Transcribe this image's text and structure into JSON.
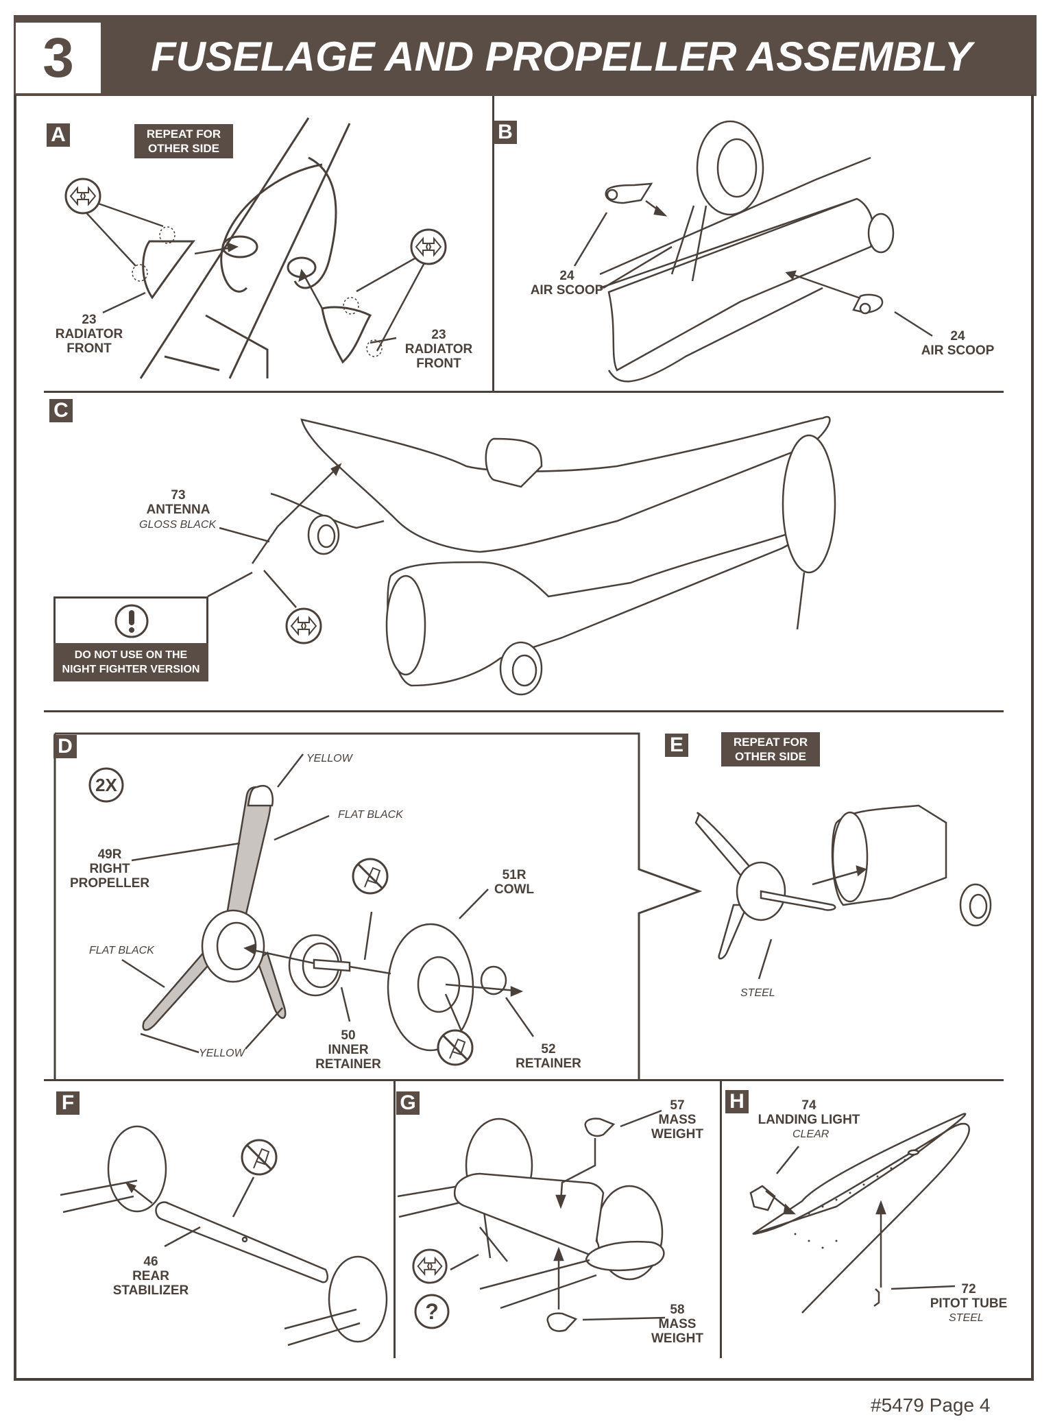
{
  "header": {
    "step_number": "3",
    "title": "FUSELAGE AND PROPELLER ASSEMBLY"
  },
  "colors": {
    "ink": "#4a403a",
    "banner": "#5a4d45",
    "paper": "#ffffff",
    "paint_fill": "#c9c4c0"
  },
  "panels": {
    "A": {
      "letter": "A",
      "banner": [
        "REPEAT FOR",
        "OTHER SIDE"
      ],
      "icons": [
        "cement-both-surfaces-icon",
        "cement-both-surfaces-icon"
      ],
      "parts": [
        {
          "number": "23",
          "name": [
            "RADIATOR",
            "FRONT"
          ]
        },
        {
          "number": "23",
          "name": [
            "RADIATOR",
            "FRONT"
          ]
        }
      ]
    },
    "B": {
      "letter": "B",
      "parts": [
        {
          "number": "24",
          "name": [
            "AIR SCOOP"
          ]
        },
        {
          "number": "24",
          "name": [
            "AIR SCOOP"
          ]
        }
      ]
    },
    "C": {
      "letter": "C",
      "parts": [
        {
          "number": "73",
          "name": [
            "ANTENNA"
          ],
          "paint": "GLOSS BLACK"
        }
      ],
      "warning": [
        "DO NOT USE ON THE",
        "NIGHT FIGHTER VERSION"
      ],
      "icons": [
        "exclamation-icon",
        "cement-both-surfaces-icon"
      ]
    },
    "D": {
      "letter": "D",
      "quantity": "2X",
      "paints": [
        "YELLOW",
        "FLAT BLACK",
        "FLAT BLACK",
        "YELLOW"
      ],
      "parts": [
        {
          "number": "49R",
          "name": [
            "RIGHT",
            "PROPELLER"
          ]
        },
        {
          "number": "51R",
          "name": [
            "COWL"
          ]
        },
        {
          "number": "50",
          "name": [
            "INNER",
            "RETAINER"
          ]
        },
        {
          "number": "52",
          "name": [
            "RETAINER"
          ]
        }
      ],
      "icons": [
        "no-glue-icon",
        "no-glue-icon"
      ]
    },
    "E": {
      "letter": "E",
      "banner": [
        "REPEAT FOR",
        "OTHER SIDE"
      ],
      "paint": "STEEL"
    },
    "F": {
      "letter": "F",
      "parts": [
        {
          "number": "46",
          "name": [
            "REAR",
            "STABILIZER"
          ]
        }
      ],
      "icons": [
        "no-glue-icon"
      ]
    },
    "G": {
      "letter": "G",
      "parts": [
        {
          "number": "57",
          "name": [
            "MASS",
            "WEIGHT"
          ]
        },
        {
          "number": "58",
          "name": [
            "MASS",
            "WEIGHT"
          ]
        }
      ],
      "icons": [
        "cement-both-surfaces-icon",
        "question-icon"
      ]
    },
    "H": {
      "letter": "H",
      "parts": [
        {
          "number": "74",
          "name": [
            "LANDING LIGHT"
          ],
          "paint": "CLEAR"
        },
        {
          "number": "72",
          "name": [
            "PITOT TUBE"
          ],
          "paint": "STEEL"
        }
      ]
    }
  },
  "footer": {
    "page_label": "#5479 Page 4"
  }
}
